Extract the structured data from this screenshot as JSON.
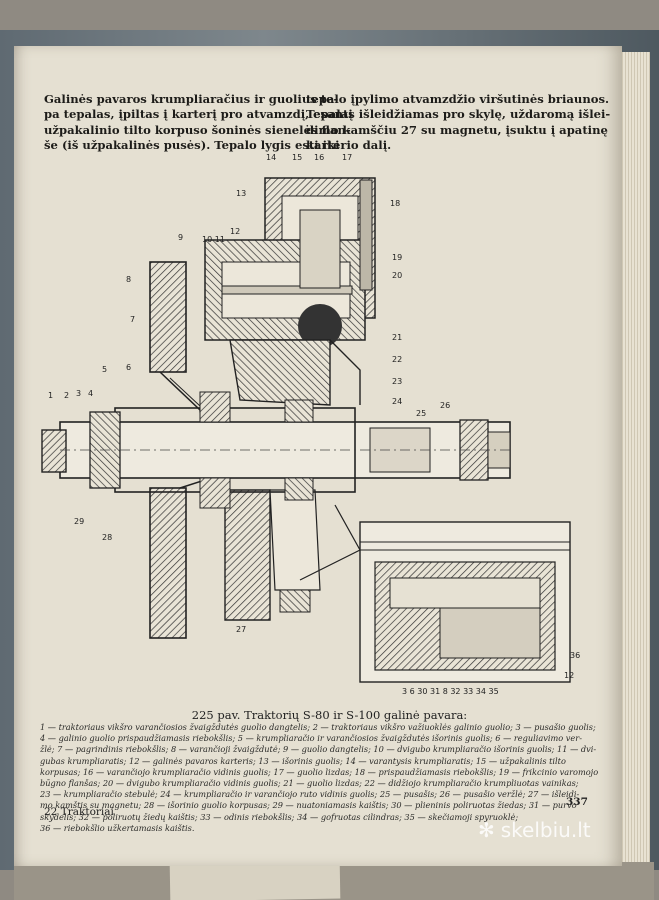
{
  "text_left": [
    "Galinės pavaros krumpliaračius ir guolius te-",
    "pa tepalas, įpiltas į karterį pro atvamzdį, esantį",
    "užpakalinio tilto korpuso šoninės sienelės flan-",
    "še (iš užpakalinės pusės). Tepalo lygis esti iki"
  ],
  "text_right": [
    "tepalo įpylimo atvamzdžio viršutinės briaunos.",
    "Tepalas išleidžiamas pro skylę, uždaromą išlei-",
    "dimo kamščiu 27 su magnetu, įsuktu į apatinę",
    "karterio dalį."
  ],
  "figure_labels": {
    "n1": "1",
    "n2": "2",
    "n3": "3",
    "n4": "4",
    "n5": "5",
    "n6": "6",
    "n7": "7",
    "n8": "8",
    "n9": "9",
    "n10_11": "10 11",
    "n12": "12",
    "n13": "13",
    "n14": "14",
    "n15": "15",
    "n16": "16",
    "n17": "17",
    "n18": "18",
    "n19": "19",
    "n20": "20",
    "n21": "21",
    "n22": "22",
    "n23": "23",
    "n24": "24",
    "n25": "25",
    "n26": "26",
    "n27": "27",
    "n28": "28",
    "n29": "29",
    "n36": "36",
    "inset_bottom": "3   6    30   31  8  32 33 34 35",
    "n12b": "12"
  },
  "caption_title": "225 pav. Traktorių S-80 ir S-100 galinė pavara:",
  "legend_lines": [
    "1 — traktoriaus vikšro varančiosios žvaigždutės guolio dangtelis; 2 — traktoriaus vikšro važiuoklės galinio guolio; 3 — pusašio guolis;",
    "4 — galinio guolio prispaudžiamasis riebokšlis; 5 — krumpliaračio ir varančiosios žvaigždutės išorinis guolis; 6 — reguliavimo ver-",
    "žlė; 7 — pagrindinis riebokšlis; 8 — varančioji žvaigždutė; 9 — guolio dangtelis; 10 — dvigubo krumpliaračio išorinis guolis; 11 — dvi-",
    "gubas krumpliaratis; 12 — galinės pavaros karteris; 13 — išorinis guolis; 14 — varantysis krumpliaratis; 15 — užpakalinis tilto",
    "korpusas; 16 — varančiojo krumpliaračio vidinis guolis; 17 — guolio lizdas; 18 — prispaudžiamasis riebokšlis; 19 — frikcinio varomojo",
    "būgno flanšas; 20 — dvigubo krumpliaračio vidinis guolis; 21 — guolio lizdas; 22 — didžiojo krumpliaračio krumpliuotas vainikas;",
    "23 — krumpliaračio stebulė; 24 — krumpliaračio ir varančiojo ruto vidinis guolis; 25 — pusašis; 26 — pusašio veržlė; 27 — išleidi-",
    "mo kamštis su magnetu; 28 — išorinio guolio korpusas; 29 — nuatoniamasis kaištis; 30 — plieninis poliruotas žiedas; 31 — purvo",
    "skydelis; 32 — poliruotų žiedų kaištis; 33 — odinis riebokšlis; 34 — gofruotas cilindras; 35 — skečiamoji spyruoklė;",
    "36 — riebokšlio užkertamasis kaištis."
  ],
  "footer_left": "22 Traktoriai",
  "page_number": "337",
  "watermark_text": "skelbiu.lt"
}
